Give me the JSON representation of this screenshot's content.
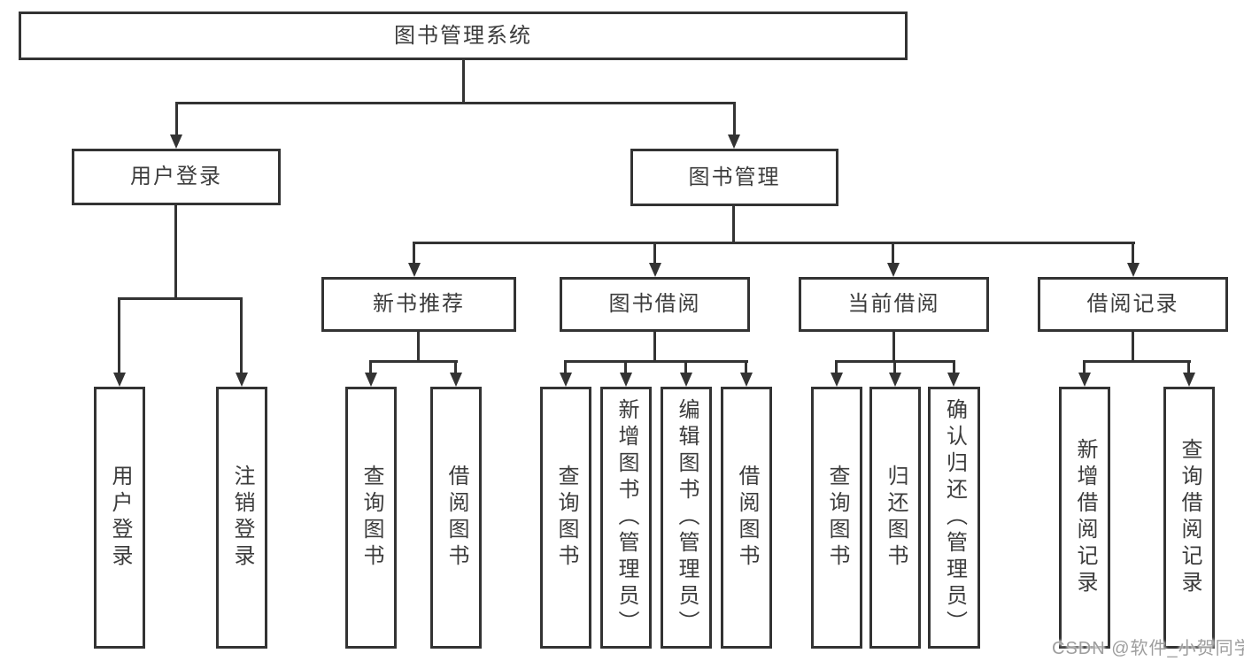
{
  "diagram": {
    "root": {
      "label": "图书管理系统"
    },
    "level2": [
      {
        "label": "用户登录"
      },
      {
        "label": "图书管理"
      }
    ],
    "level3": [
      {
        "label": "新书推荐"
      },
      {
        "label": "图书借阅"
      },
      {
        "label": "当前借阅"
      },
      {
        "label": "借阅记录"
      }
    ],
    "leaves": {
      "user_login": [
        "用户登录",
        "注销登录"
      ],
      "new_book": [
        "查询图书",
        "借阅图书"
      ],
      "book_borrow": [
        "查询图书",
        "新增图书（管理员）",
        "编辑图书（管理员）",
        "借阅图书"
      ],
      "current_borrow": [
        "查询图书",
        "归还图书",
        "确认归还（管理员）"
      ],
      "borrow_records": [
        "新增借阅记录",
        "查询借阅记录"
      ]
    }
  },
  "watermark": {
    "text": "CSDN @软件_小贺同学"
  },
  "colors": {
    "line": "#333333",
    "text": "#3c3c3c",
    "watermark": "#9e9e9e",
    "background": "#ffffff"
  }
}
